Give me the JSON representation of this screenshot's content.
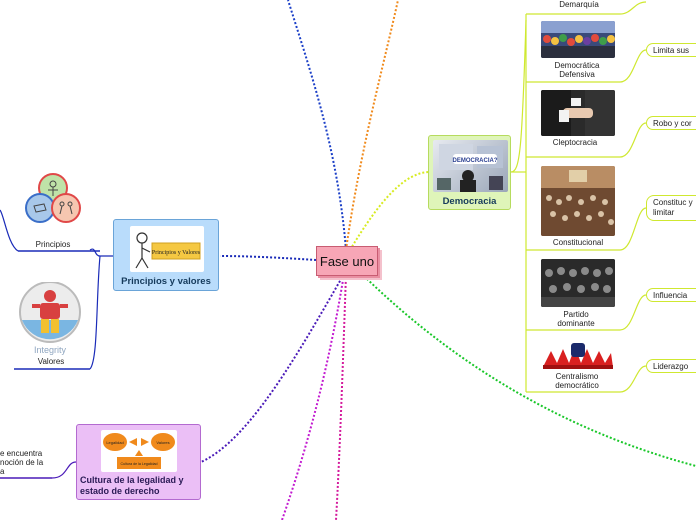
{
  "central": {
    "title": "Fase uno"
  },
  "democracia": {
    "title": "Democracia",
    "image_text": "DEMOCRACIA?",
    "subtopics": [
      {
        "label": "Demarquía",
        "detail": ""
      },
      {
        "label": "Democrática Defensiva",
        "detail": "Limita sus"
      },
      {
        "label": "Cleptocracia",
        "detail": "Robo y cor"
      },
      {
        "label": "Constitucional",
        "detail": "Constituc y limitar"
      },
      {
        "label": "Partido dominante",
        "detail": "Influencia"
      },
      {
        "label": "Centralismo democrático",
        "detail": "Liderazgo"
      }
    ]
  },
  "principios": {
    "title": "Principios y valores",
    "image_text": "Principios y Valores",
    "subtopics": [
      {
        "label": "Principios"
      },
      {
        "label": "Valores",
        "image_text": "Integrity"
      }
    ]
  },
  "cultura": {
    "title": "Cultura de la legalidad y estado de derecho",
    "image_labels": [
      "Legalidad",
      "Valores",
      "Cultura de la Legalidad"
    ],
    "subtopic_text": [
      "e encuentra",
      "noción de la",
      "a"
    ]
  },
  "colors": {
    "central_fill": "#f7a6b6",
    "democracia_fill": "#dff5b9",
    "principios_fill": "#b9dcfb",
    "cultura_fill": "#ebbff6",
    "pill_border": "#cfe830"
  }
}
